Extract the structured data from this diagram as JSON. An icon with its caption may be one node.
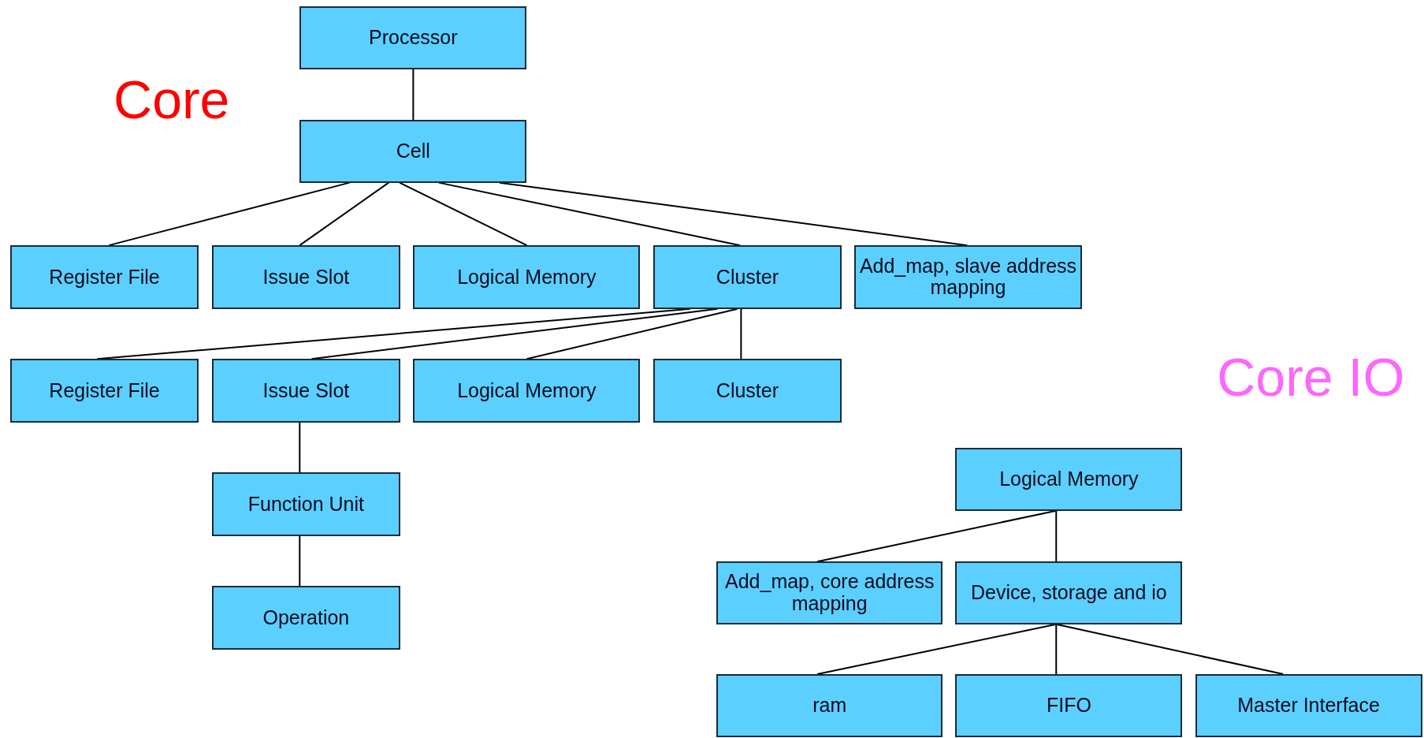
{
  "diagram": {
    "nodes": [
      {
        "text": [
          "Processor"
        ]
      },
      {
        "text": [
          "Cell"
        ]
      },
      {
        "text": [
          "Register File"
        ]
      },
      {
        "text": [
          "Issue Slot"
        ]
      },
      {
        "text": [
          "Logical Memory"
        ]
      },
      {
        "text": [
          "Cluster"
        ]
      },
      {
        "text": [
          "Add_map, slave address mapping"
        ]
      },
      {
        "text": [
          "Register File"
        ]
      },
      {
        "text": [
          "Issue Slot"
        ]
      },
      {
        "text": [
          "Logical Memory"
        ]
      },
      {
        "text": [
          "Cluster"
        ]
      },
      {
        "text": [
          "Function Unit"
        ]
      },
      {
        "text": [
          "Operation"
        ]
      },
      {
        "text": [
          "Logical Memory"
        ]
      },
      {
        "text": [
          "Add_map, core address mapping"
        ]
      },
      {
        "text": [
          "Device, storage and io"
        ]
      },
      {
        "text": [
          "ram"
        ]
      },
      {
        "text": [
          "FIFO"
        ]
      },
      {
        "text": [
          "Master Interface"
        ]
      }
    ],
    "edges": [
      {
        "from": 0,
        "to": 1,
        "arrow": "none"
      },
      {
        "from": 1,
        "to": 2,
        "arrow": "none"
      },
      {
        "from": 1,
        "to": 3,
        "arrow": "none"
      },
      {
        "from": 1,
        "to": 4,
        "arrow": "none"
      },
      {
        "from": 1,
        "to": 5,
        "arrow": "none"
      },
      {
        "from": 1,
        "to": 6,
        "arrow": "none"
      },
      {
        "from": 5,
        "to": 7,
        "arrow": "none"
      },
      {
        "from": 5,
        "to": 8,
        "arrow": "none"
      },
      {
        "from": 5,
        "to": 9,
        "arrow": "none"
      },
      {
        "from": 5,
        "to": 10,
        "arrow": "none"
      },
      {
        "from": 8,
        "to": 11,
        "arrow": "none"
      },
      {
        "from": 11,
        "to": 12,
        "arrow": "none"
      },
      {
        "from": 13,
        "to": 14,
        "arrow": "none"
      },
      {
        "from": 13,
        "to": 15,
        "arrow": "none"
      },
      {
        "from": 15,
        "to": 16,
        "arrow": "none"
      },
      {
        "from": 15,
        "to": 17,
        "arrow": "none"
      },
      {
        "from": 15,
        "to": 18,
        "arrow": "none"
      }
    ],
    "labels": [
      "Core",
      "Core IO"
    ]
  }
}
